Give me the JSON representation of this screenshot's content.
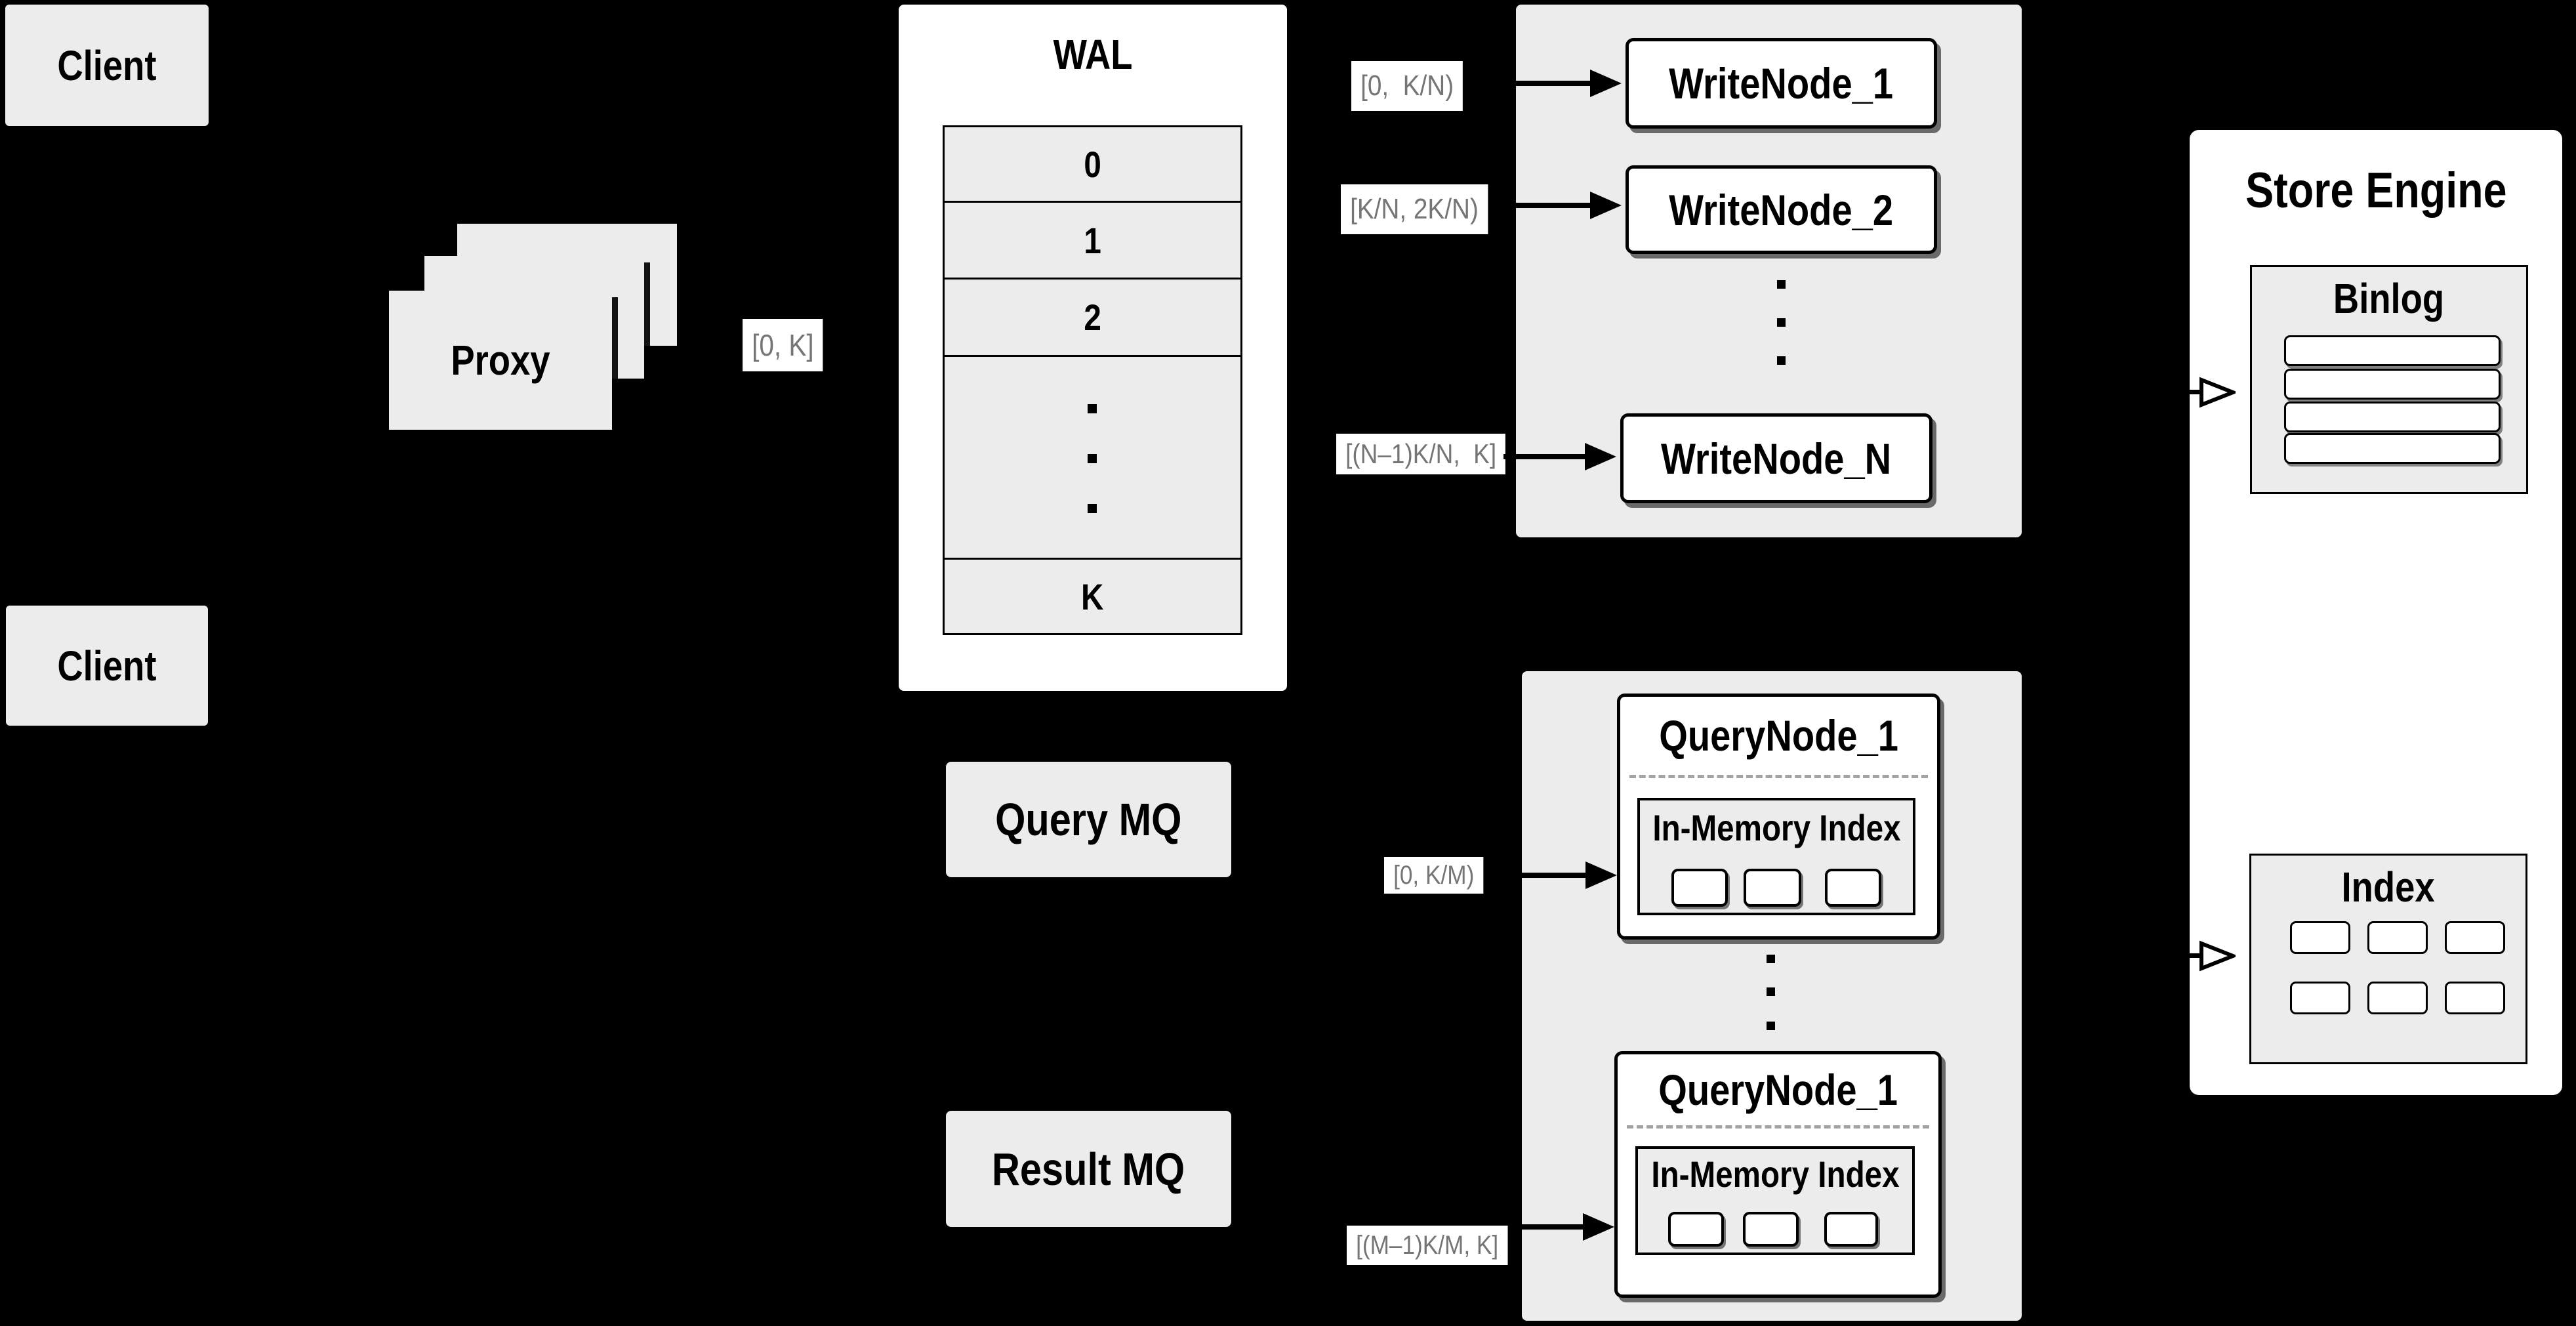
{
  "diagram": {
    "client_top": "Client",
    "client_bottom": "Client",
    "proxy": "Proxy",
    "wal": {
      "title": "WAL",
      "rows": [
        "0",
        "1",
        "2",
        "K"
      ]
    },
    "write_group": {
      "node1": "WriteNode_1",
      "node2": "WriteNode_2",
      "nodeN": "WriteNode_N"
    },
    "query_group": {
      "node1_title": "QueryNode_1",
      "node2_title": "QueryNode_1",
      "in_memory_index": "In-Memory Index"
    },
    "store": {
      "title": "Store Engine",
      "binlog": "Binlog",
      "index": "Index"
    },
    "mq": {
      "query": "Query MQ",
      "result": "Result MQ"
    },
    "labels": {
      "proxy_range": "[0, K]",
      "write1": "[0,  K/N)",
      "write2": "[K/N, 2K/N)",
      "writeN": "[(N–1)K/N,  K]",
      "query1": "[0, K/M)",
      "query2": "[(M–1)K/M, K]"
    }
  },
  "colors": {
    "background": "#000000",
    "panel_gray": "#ececec",
    "box_white": "#ffffff",
    "line_black": "#000000",
    "range_label_text": "#757575",
    "dashed_divider": "#a3a3a3"
  }
}
